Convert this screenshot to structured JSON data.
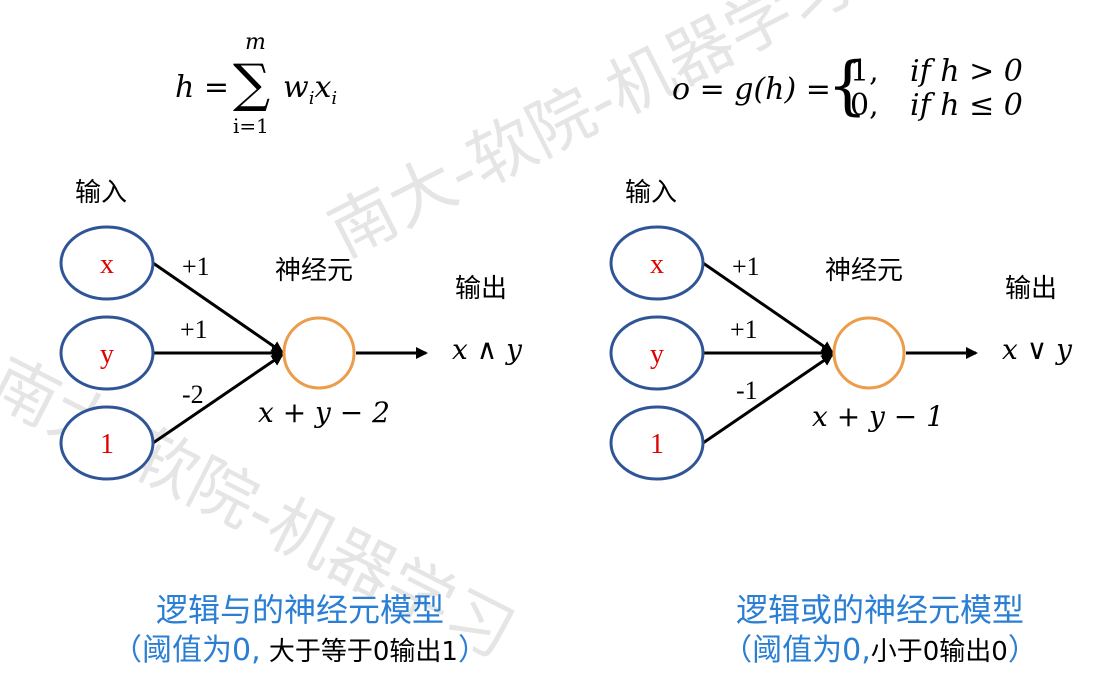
{
  "watermark": "南大-软院-机器学习",
  "formula_left": {
    "lhs": "h = ",
    "sum_top": "m",
    "sum_symbol": "∑",
    "sum_bottom": "i=1",
    "rhs": "w",
    "rhs_sub": "i",
    "rhs2": "x",
    "rhs2_sub": "i"
  },
  "formula_right": {
    "lhs": "o = g(h) = ",
    "case1_val": "1,",
    "case1_cond": "if h > 0",
    "case2_val": "0,",
    "case2_cond": "if h ≤ 0"
  },
  "left_model": {
    "input_label": "输入",
    "neuron_label": "神经元",
    "output_label": "输出",
    "nodes": [
      "x",
      "y",
      "1"
    ],
    "weights": [
      "+1",
      "+1",
      "-2"
    ],
    "sum_expr": "x + y − 2",
    "output_expr": "x ∧ y",
    "caption_line1": "逻辑与的神经元模型",
    "caption_line2_blue": "（阈值为0,",
    "caption_line2_black": " 大于等于0输出1",
    "caption_line2_end": "）"
  },
  "right_model": {
    "input_label": "输入",
    "neuron_label": "神经元",
    "output_label": "输出",
    "nodes": [
      "x",
      "y",
      "1"
    ],
    "weights": [
      "+1",
      "+1",
      "-1"
    ],
    "sum_expr": "x + y − 1",
    "output_expr": "x ∨ y",
    "caption_line1": "逻辑或的神经元模型",
    "caption_line2_blue": "（阈值为0,",
    "caption_line2_black": "小于0输出0",
    "caption_line2_end": "）"
  },
  "colors": {
    "input_node_stroke": "#2f5597",
    "neuron_stroke": "#ed9c4a",
    "node_text": "#e00000",
    "caption_blue": "#2a7fd4"
  }
}
